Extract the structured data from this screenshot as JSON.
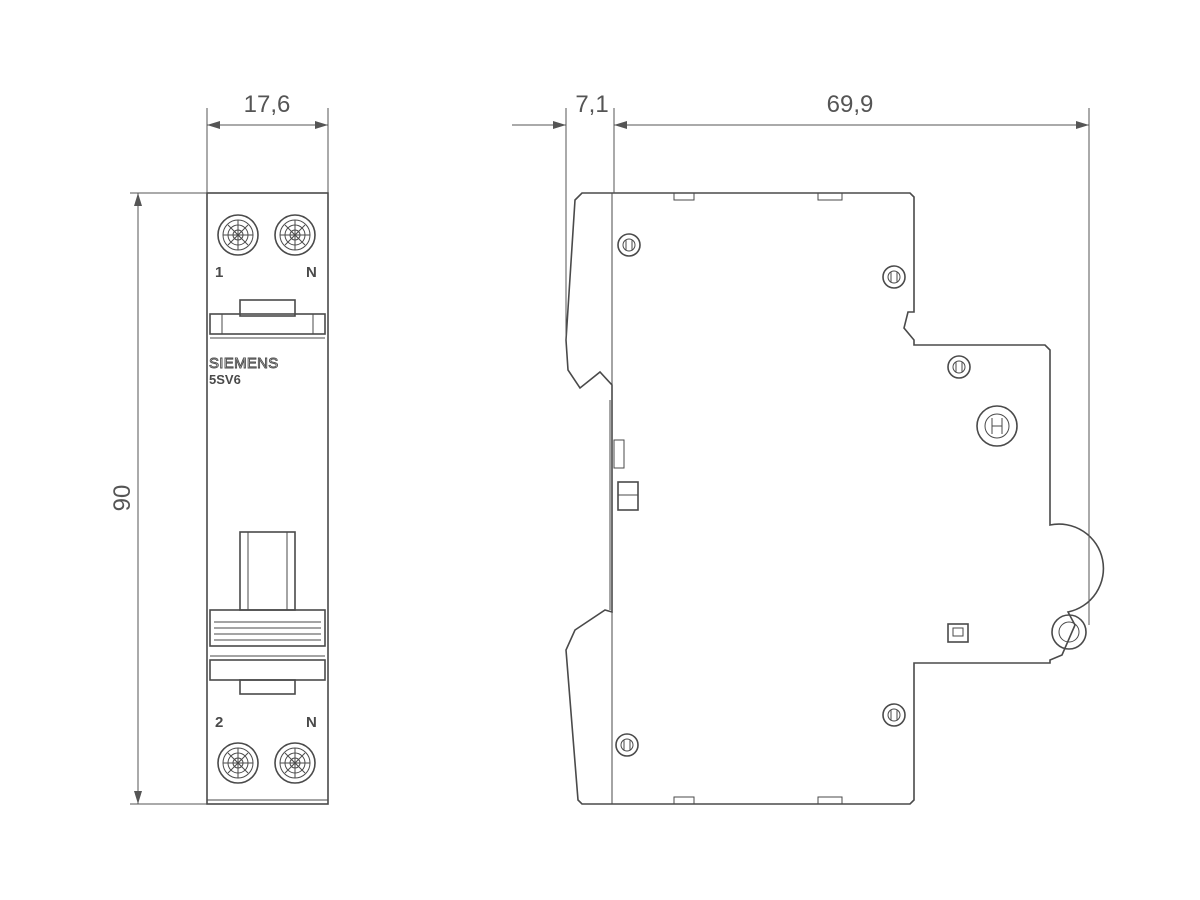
{
  "dimensions": {
    "front_width": "17,6",
    "height": "90",
    "mount_offset": "7,1",
    "depth": "69,9"
  },
  "front_view": {
    "brand": "SIEMENS",
    "model": "5SV6",
    "top_terminals": [
      "1",
      "N"
    ],
    "bottom_terminals": [
      "2",
      "N"
    ]
  }
}
